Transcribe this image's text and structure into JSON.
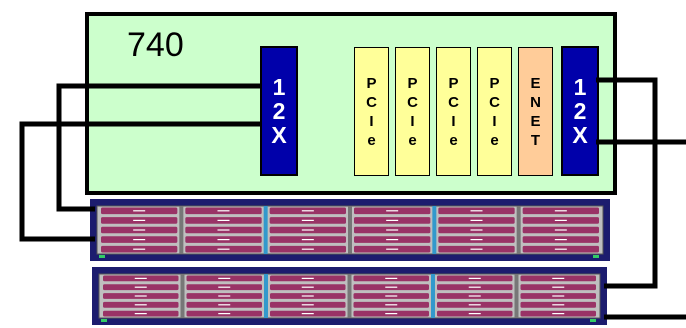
{
  "server": {
    "model": "740",
    "port_left": [
      "1",
      "2",
      "X"
    ],
    "port_right": [
      "1",
      "2",
      "X"
    ]
  },
  "slots": [
    {
      "type": "pcie",
      "letters": [
        "P",
        "C",
        "I",
        "e"
      ]
    },
    {
      "type": "pcie",
      "letters": [
        "P",
        "C",
        "I",
        "e"
      ]
    },
    {
      "type": "pcie",
      "letters": [
        "P",
        "C",
        "I",
        "e"
      ]
    },
    {
      "type": "pcie",
      "letters": [
        "P",
        "C",
        "I",
        "e"
      ]
    },
    {
      "type": "enet",
      "letters": [
        "E",
        "N",
        "E",
        "T"
      ]
    }
  ],
  "drawers": {
    "count": 2,
    "colors": {
      "chassis": "#1c1c6e",
      "bay": "#bfbfbf",
      "drive": "#993366",
      "accent": "#3399cc",
      "led": "#33cc66"
    }
  },
  "colors": {
    "server_bg": "#ccffcc",
    "port": "#0000aa",
    "pcie": "#ffff99",
    "enet": "#ffcc99",
    "cable": "#000000"
  }
}
